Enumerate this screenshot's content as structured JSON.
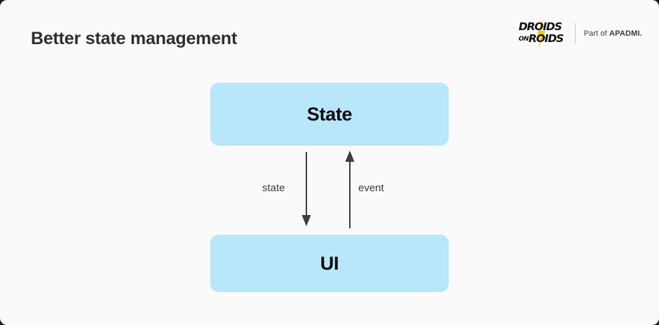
{
  "page": {
    "title": "Better state management",
    "background_color": "#FAFAFA",
    "title_color": "#2E2E2E"
  },
  "brand": {
    "logo_line_1": "DROIDS",
    "logo_line_2_prefix": "ON",
    "logo_line_2": "ROIDS",
    "bolt_color": "#F5C518",
    "logo_color": "#111111",
    "partner_prefix": "Part of ",
    "partner_name": "APADMI.",
    "divider_color": "#C9C9C9"
  },
  "diagram": {
    "type": "flow",
    "node_fill": "#B8E6FA",
    "arrow_color": "#3C3C3C",
    "nodes": [
      {
        "id": "state",
        "label": "State"
      },
      {
        "id": "ui",
        "label": "UI"
      }
    ],
    "edges": [
      {
        "id": "state-to-ui",
        "label": "state",
        "from": "state",
        "to": "ui",
        "direction": "down"
      },
      {
        "id": "ui-to-state",
        "label": "event",
        "from": "ui",
        "to": "state",
        "direction": "up"
      }
    ]
  }
}
